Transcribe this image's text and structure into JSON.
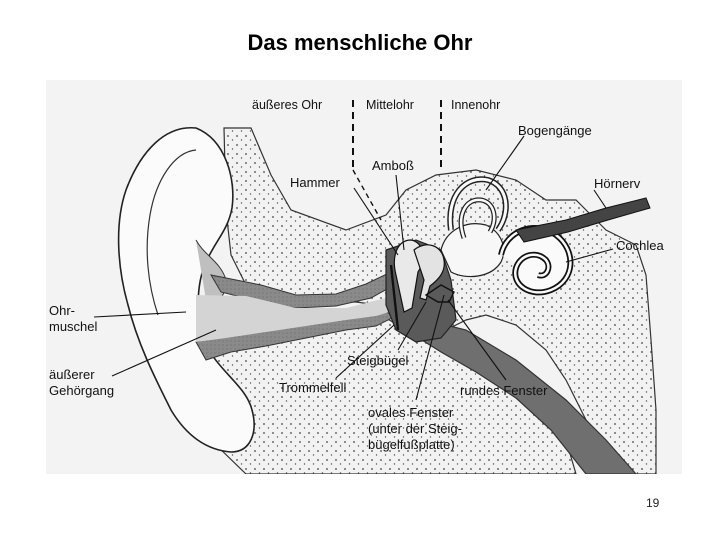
{
  "slide": {
    "title": "Das menschliche Ohr",
    "page_number": "19"
  },
  "diagram": {
    "region_labels": {
      "outer_ear": "äußeres Ohr",
      "middle_ear": "Mittelohr",
      "inner_ear": "Innenohr"
    },
    "labels": {
      "bogengaenge": "Bogengänge",
      "amboss": "Amboß",
      "hammer": "Hammer",
      "hoernerv": "Hörnerv",
      "cochlea": "Cochlea",
      "ohrmuschel_1": "Ohr-",
      "ohrmuschel_2": "muschel",
      "gehoergang_1": "äußerer",
      "gehoergang_2": "Gehörgang",
      "steigbuegel": "Steigbügel",
      "trommelfell": "Trommelfell",
      "rundes_fenster": "rundes Fenster",
      "ovales_1": "ovales Fenster",
      "ovales_2": "(unter der Steig-",
      "ovales_3": "bügelfußplatte)"
    }
  }
}
